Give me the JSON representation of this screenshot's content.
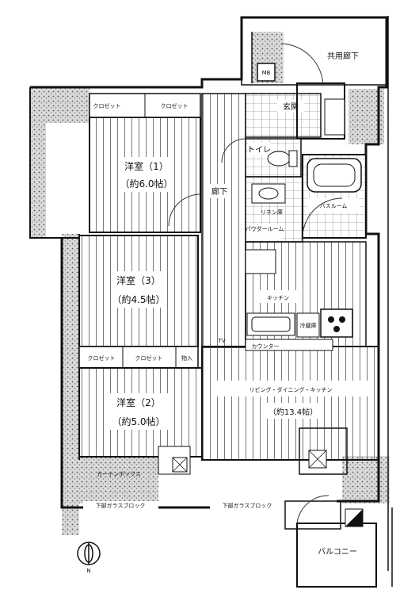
{
  "rooms": {
    "western_1": {
      "name": "洋室（1）",
      "area": "（約6.0帖）"
    },
    "western_3": {
      "name": "洋室（3）",
      "area": "（約4.5帖）"
    },
    "western_2": {
      "name": "洋室（2）",
      "area": "（約5.0帖）"
    },
    "ldk": {
      "name": "リビング・ダイニング・キッチン",
      "area": "（約13.4帖）"
    },
    "bathroom": {
      "name": "バスルーム"
    },
    "powder_room": {
      "name": "パウダールーム"
    },
    "toilet": {
      "name": "トイレ"
    },
    "hallway": {
      "name": "廊下"
    },
    "entrance": {
      "name": "玄関"
    },
    "common_corridor": {
      "name": "共用廊下"
    },
    "balcony": {
      "name": "バルコニー"
    },
    "kitchen": {
      "name": "キッチン"
    }
  },
  "labels": {
    "closet": "クロゼット",
    "linen": "リネン庫",
    "counter": "カウンター",
    "tv": "TV",
    "fridge": "冷蔵庫",
    "storage": "物入",
    "curtain_box": "カーテンボックス",
    "glass_block_1": "下部ガラスブロック",
    "glass_block_2": "下部ガラスブロック",
    "mb": "MB",
    "north": "N"
  }
}
